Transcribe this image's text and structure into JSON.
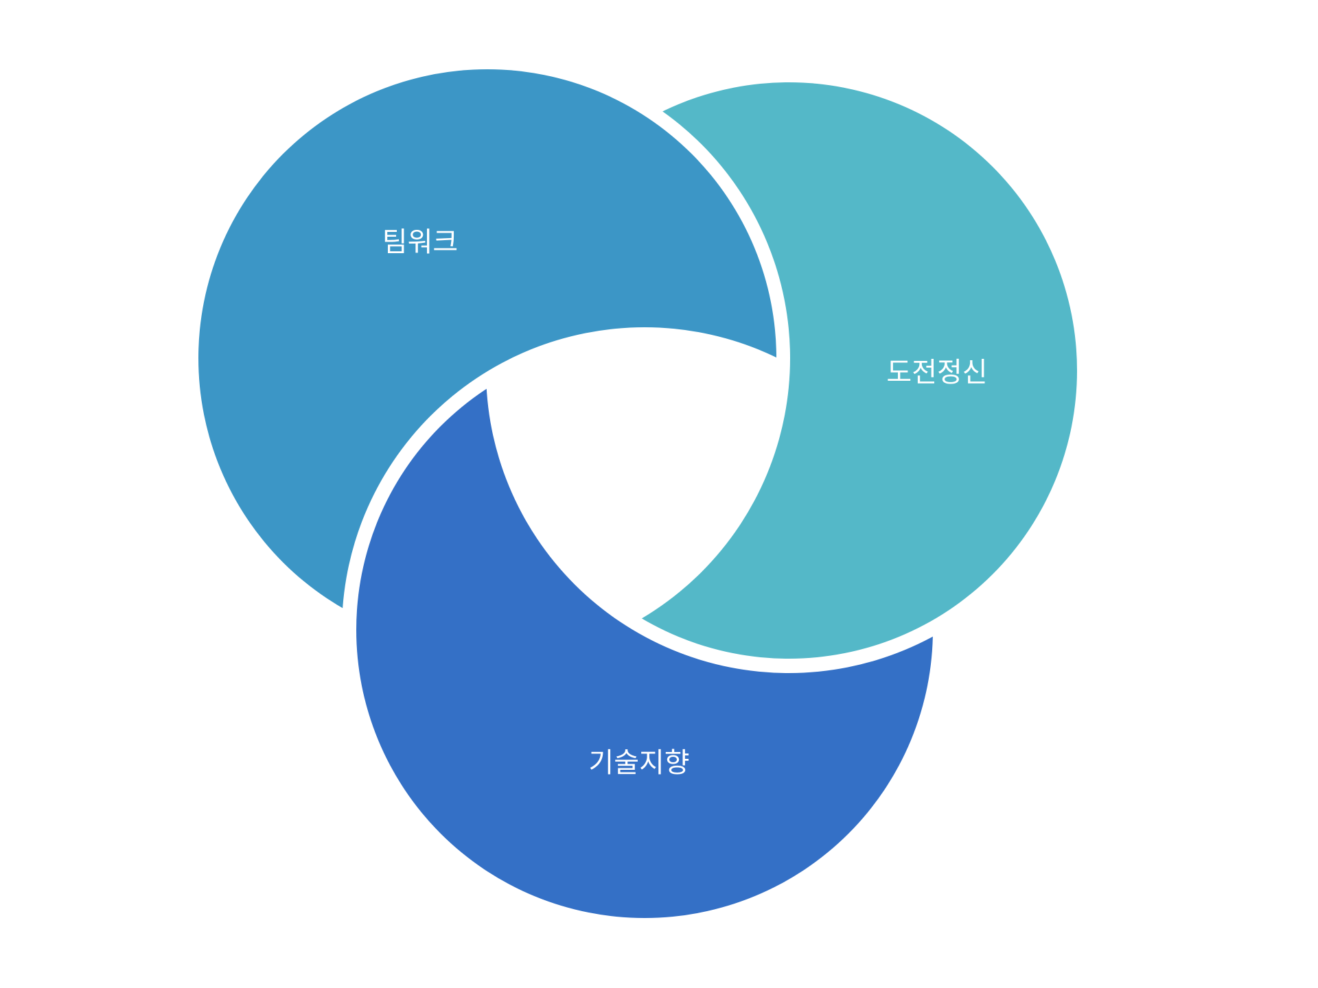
{
  "diagram": {
    "segments": [
      {
        "label": "팀워크",
        "color": "#3C96C6"
      },
      {
        "label": "도전정신",
        "color": "#54B8C8"
      },
      {
        "label": "기술지향",
        "color": "#3470C6"
      }
    ]
  }
}
